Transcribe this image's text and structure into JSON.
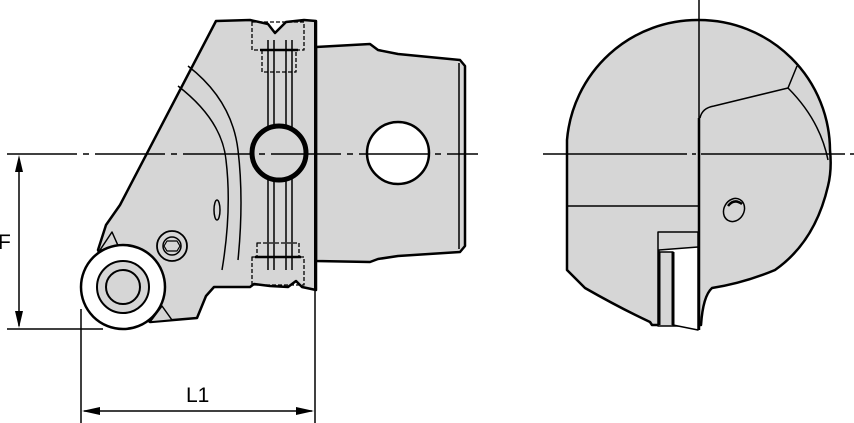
{
  "drawing": {
    "title": "Turning tool holder technical drawing (side view and end view)",
    "colors": {
      "body_fill": "#d6d6d6",
      "outline": "#000000",
      "background": "#ffffff",
      "insert_fill": "#ffffff"
    },
    "dimensions": {
      "f_label": "F",
      "l1_label": "L1"
    },
    "views": [
      {
        "name": "side-view",
        "features": [
          "clamp-body",
          "round-insert",
          "clamp-screw",
          "through-hole-bolt",
          "shank",
          "shank-cross-hole",
          "coolant-hole"
        ]
      },
      {
        "name": "end-view",
        "features": [
          "circular-shank-profile",
          "insert-pocket",
          "coolant-hole"
        ]
      }
    ]
  }
}
